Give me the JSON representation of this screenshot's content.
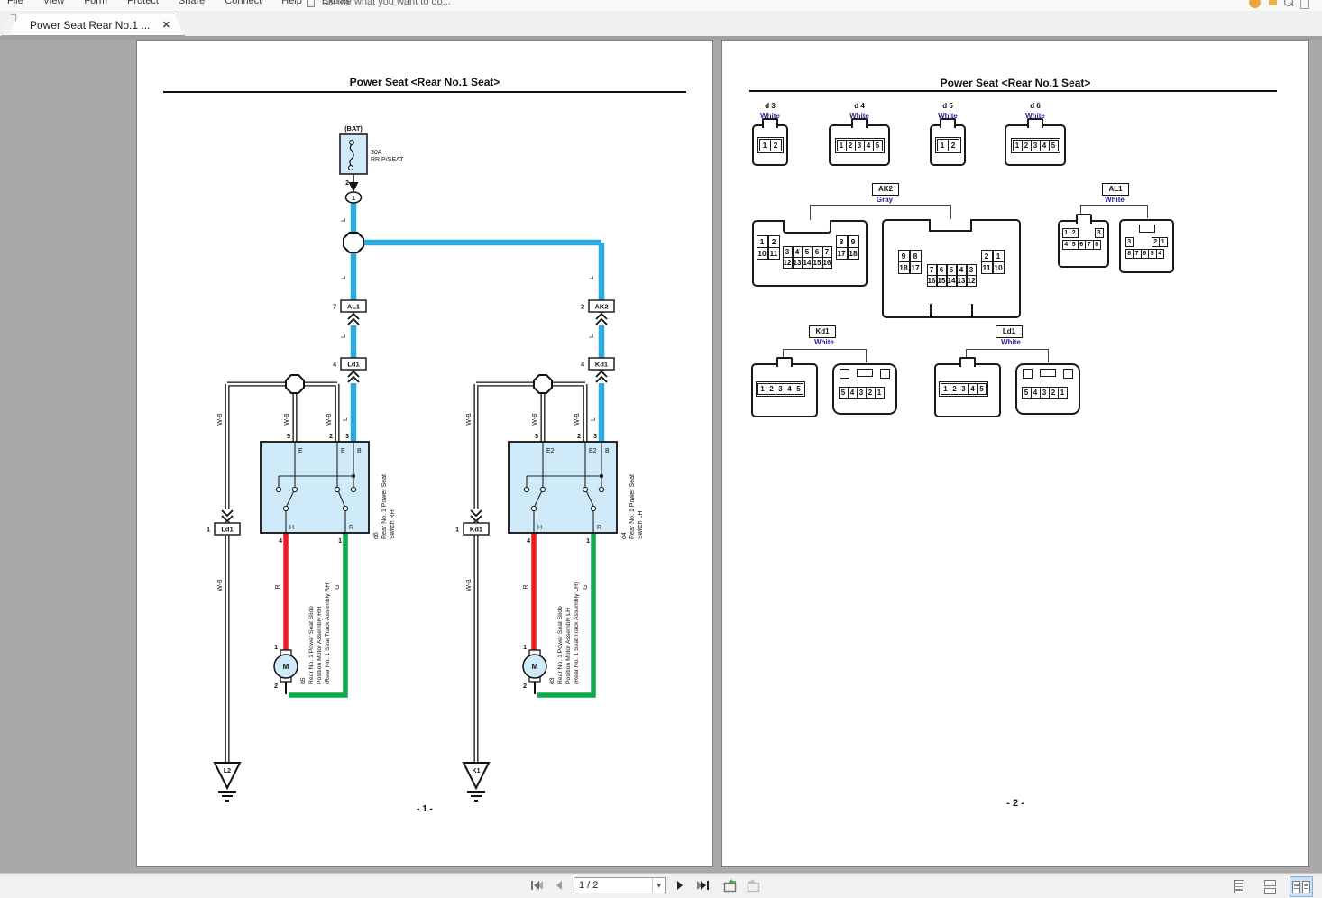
{
  "app": {
    "menu_items": [
      "File",
      "View",
      "Form",
      "Protect",
      "Share",
      "Connect",
      "Help",
      "Extras"
    ],
    "tell_me": "Tell me what you want to do...",
    "tab_title": "Power Seat Rear No.1 ...",
    "icons": {
      "close": "✕",
      "caret_down": "▾"
    }
  },
  "statusbar": {
    "page_field": "1 / 2"
  },
  "colors": {
    "wire_blue": "#29abe2",
    "wire_red": "#ec1c24",
    "wire_green": "#0fa94e",
    "component_fill": "#cfeaf8",
    "connector_color_text": "#23238e",
    "canvas_gray": "#a9a9a9"
  },
  "page1": {
    "title": "Power Seat <Rear No.1 Seat>",
    "footer": "- 1 -",
    "fuse": {
      "source": "(BAT)",
      "rating": "30A",
      "name": "RR P/SEAT",
      "pin": "2",
      "node": "1"
    },
    "wire": {
      "l": "L",
      "wb": "W-B",
      "r": "R",
      "g": "G"
    },
    "conn": {
      "al1_pin": "7",
      "al1": "AL1",
      "ak2_pin": "2",
      "ak2": "AK2",
      "ld1_top_pin": "4",
      "ld1": "Ld1",
      "kd1_top_pin": "4",
      "kd1": "Kd1",
      "ld1_bot_pin": "1",
      "kd1_bot_pin": "1"
    },
    "ground_left": "L2",
    "ground_right": "K1",
    "rh_switch": {
      "code": "d6",
      "name1": "Rear No. 1 Power Seat",
      "name2": "Switch RH",
      "pin5": "5",
      "pin2": "2",
      "pin3": "3",
      "pin4": "4",
      "pin1": "1",
      "t5": "E",
      "t2": "E",
      "t3": "B",
      "t4": "H",
      "t1": "R"
    },
    "lh_switch": {
      "code": "d4",
      "name1": "Rear No. 1 Power Seat",
      "name2": "Switch LH",
      "pin5": "5",
      "pin2": "2",
      "pin3": "3",
      "pin4": "4",
      "pin1": "1",
      "t5": "E2",
      "t2": "E2",
      "t3": "B",
      "t4": "H",
      "t1": "R"
    },
    "rh_motor": {
      "code": "d5",
      "m": "M",
      "pin1": "1",
      "pin2": "2",
      "name1": "Rear No. 1 Power Seat Slide",
      "name2": "Position Motor Assembly RH",
      "name3": "(Rear No. 1 Seat Track Assembly RH)"
    },
    "lh_motor": {
      "code": "d3",
      "m": "M",
      "pin1": "1",
      "pin2": "2",
      "name1": "Rear No. 1 Power Seat Slide",
      "name2": "Position Motor Assembly LH",
      "name3": "(Rear No. 1 Seat Track Assembly LH)"
    }
  },
  "page2": {
    "title": "Power Seat <Rear No.1 Seat>",
    "footer": "- 2 -",
    "d3": {
      "id": "d 3",
      "color": "White",
      "pins": [
        "1",
        "2"
      ]
    },
    "d4": {
      "id": "d 4",
      "color": "White",
      "pins": [
        "1",
        "2",
        "3",
        "4",
        "5"
      ]
    },
    "d5": {
      "id": "d 5",
      "color": "White",
      "pins": [
        "1",
        "2"
      ]
    },
    "d6": {
      "id": "d 6",
      "color": "White",
      "pins": [
        "1",
        "2",
        "3",
        "4",
        "5"
      ]
    },
    "ak2": {
      "id": "AK2",
      "color": "Gray",
      "left_view": {
        "left_block": [
          "1",
          "2",
          "10",
          "11"
        ],
        "mid_block": [
          "3",
          "4",
          "5",
          "6",
          "7",
          "12",
          "13",
          "14",
          "15",
          "16"
        ],
        "right_block": [
          "8",
          "9",
          "17",
          "18"
        ]
      },
      "right_view": {
        "left_block": [
          "9",
          "8",
          "18",
          "17"
        ],
        "mid_block": [
          "7",
          "6",
          "5",
          "4",
          "3",
          "16",
          "15",
          "14",
          "13",
          "12"
        ],
        "right_block": [
          "2",
          "1",
          "11",
          "10"
        ]
      }
    },
    "al1": {
      "id": "AL1",
      "color": "White",
      "left_view": {
        "row1": [
          "1",
          "2",
          "",
          "3"
        ],
        "row2": [
          "4",
          "5",
          "6",
          "7",
          "8"
        ]
      },
      "right_view": {
        "row1": [
          "3",
          "",
          "2",
          "1"
        ],
        "row2": [
          "8",
          "7",
          "6",
          "5",
          "4"
        ]
      }
    },
    "kd1": {
      "id": "Kd1",
      "color": "White",
      "left_view": [
        "1",
        "2",
        "3",
        "4",
        "5"
      ],
      "right_view": [
        "5",
        "4",
        "3",
        "2",
        "1"
      ]
    },
    "ld1": {
      "id": "Ld1",
      "color": "White",
      "left_view": [
        "1",
        "2",
        "3",
        "4",
        "5"
      ],
      "right_view": [
        "5",
        "4",
        "3",
        "2",
        "1"
      ]
    }
  }
}
